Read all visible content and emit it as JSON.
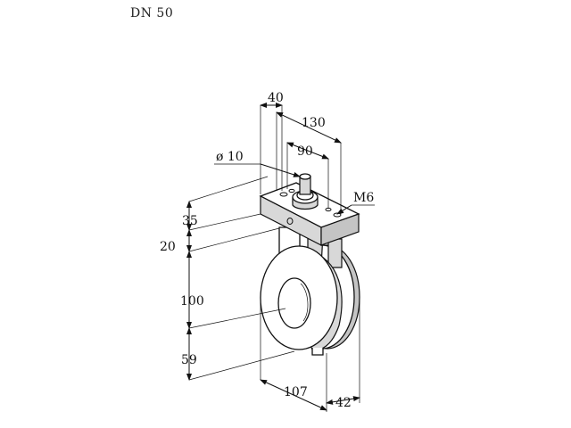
{
  "title": "DN 50",
  "dimensions": {
    "d40": "40",
    "d130": "130",
    "d90": "90",
    "dia10": "ø 10",
    "m6": "M6",
    "d35": "35",
    "d20": "20",
    "d100": "100",
    "d59": "59",
    "d107": "107",
    "d42": "42"
  }
}
